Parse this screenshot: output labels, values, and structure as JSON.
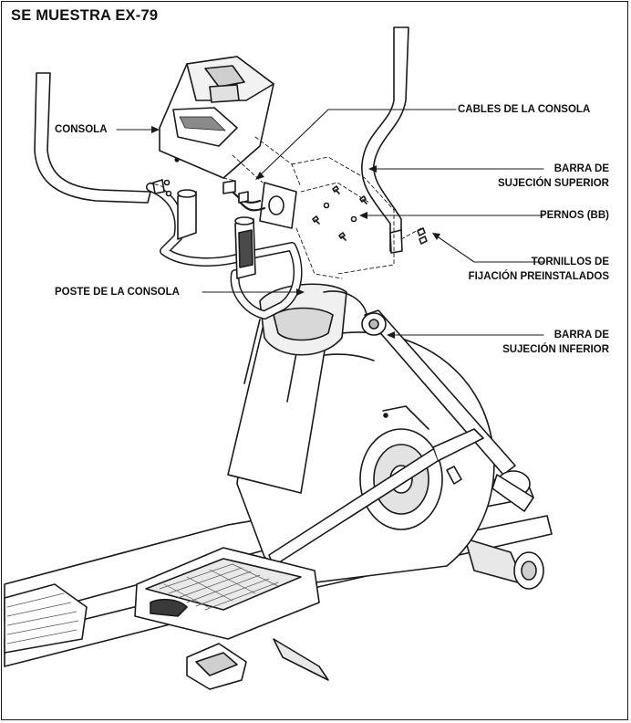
{
  "figure": {
    "title": "SE MUESTRA EX-79"
  },
  "callouts": {
    "consola": "CONSOLA",
    "cables": "CABLES DE LA CONSOLA",
    "upper_bar_1": "BARRA DE",
    "upper_bar_2": "SUJECIÓN SUPERIOR",
    "bolts": "PERNOS (BB)",
    "screws_1": "TORNILLOS DE",
    "screws_2": "FIJACIÓN PREINSTALADOS",
    "post": "POSTE DE LA CONSOLA",
    "lower_bar_1": "BARRA DE",
    "lower_bar_2": "SUJECIÓN INFERIOR"
  },
  "colors": {
    "line": "#1a1a1a",
    "shade": "#d6d6d6",
    "dark": "#4a4a4a"
  }
}
